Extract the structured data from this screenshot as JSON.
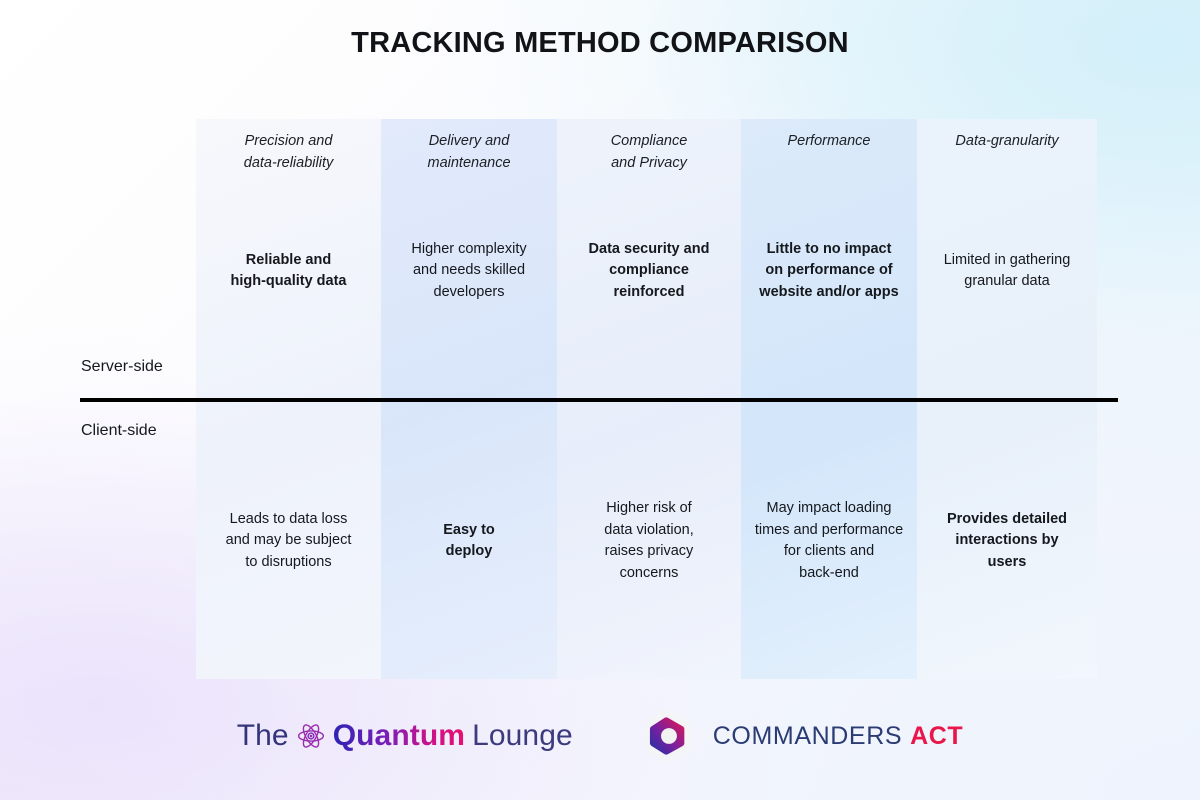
{
  "page": {
    "title": "TRACKING METHOD COMPARISON"
  },
  "matrix": {
    "columns": [
      {
        "header": "Precision and\ndata-reliability"
      },
      {
        "header": "Delivery and\nmaintenance"
      },
      {
        "header": "Compliance\nand Privacy"
      },
      {
        "header": "Performance"
      },
      {
        "header": "Data-granularity"
      }
    ],
    "rows": [
      {
        "label": "Server-side",
        "cells": [
          {
            "text": "Reliable and\nhigh-quality data",
            "emphasis": "bold"
          },
          {
            "text": "Higher complexity\nand needs skilled\ndevelopers",
            "emphasis": "normal"
          },
          {
            "text": "Data security and\ncompliance\nreinforced",
            "emphasis": "bold"
          },
          {
            "text": "Little to no impact\non performance of\nwebsite and/or apps",
            "emphasis": "bold"
          },
          {
            "text": "Limited in gathering\ngranular data",
            "emphasis": "normal"
          }
        ]
      },
      {
        "label": "Client-side",
        "cells": [
          {
            "text": "Leads to data loss\nand may be subject\nto disruptions",
            "emphasis": "normal"
          },
          {
            "text": "Easy to\ndeploy",
            "emphasis": "bold"
          },
          {
            "text": "Higher risk of\ndata violation,\nraises privacy\nconcerns",
            "emphasis": "normal"
          },
          {
            "text": "May impact loading\ntimes and performance\nfor clients and\nback-end",
            "emphasis": "normal"
          },
          {
            "text": "Provides detailed\ninteractions by\nusers",
            "emphasis": "bold"
          }
        ]
      }
    ]
  },
  "footer": {
    "quantum": {
      "the": "The",
      "quantum": "Quantum",
      "lounge": "Lounge"
    },
    "commanders": {
      "name": "COMMANDERS",
      "act": "ACT"
    }
  },
  "colors": {
    "divider": "#000000",
    "title": "#111316",
    "act_red": "#e8174a",
    "quantum_blue": "#2f23b4",
    "quantum_pink": "#e8106f",
    "commanders_navy": "#2b3c74",
    "column_highlight": "#d9e6fa",
    "column_base": "#eef2fb"
  }
}
